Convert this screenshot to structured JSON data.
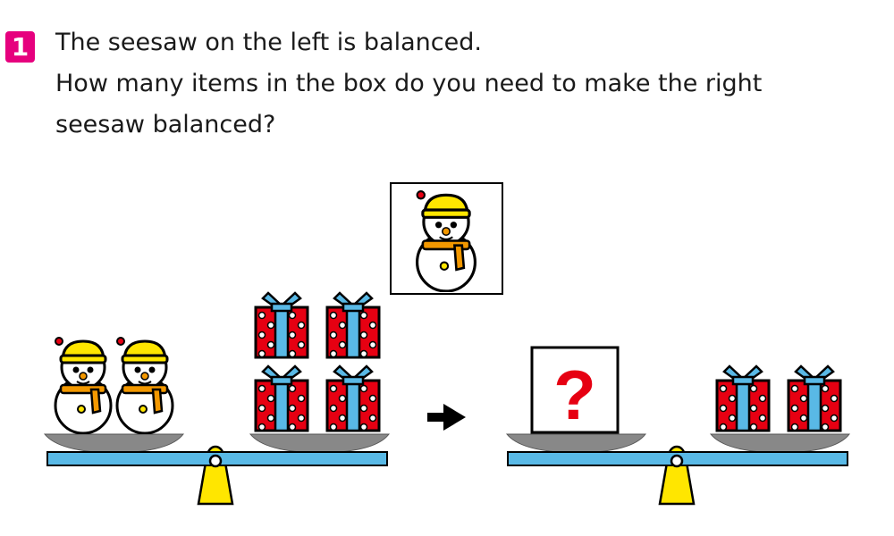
{
  "question": {
    "number": "1",
    "lines": [
      "The seesaw on the left is balanced.",
      "How many items in the box do you need to make the right",
      "seesaw balanced?"
    ]
  },
  "box_label": "?",
  "icons": [
    "snowman-icon",
    "gift-box-icon",
    "arrow-right-icon",
    "question-box-icon"
  ],
  "colors": {
    "badge": "#e6007e",
    "beam": "#59b9e6",
    "fulcrum": "#ffe600",
    "pan": "#888888",
    "gift_red": "#e60012",
    "ribbon": "#59b9e6",
    "hat": "#ffe600",
    "scarf": "#f39800",
    "question_mark": "#e60012"
  }
}
